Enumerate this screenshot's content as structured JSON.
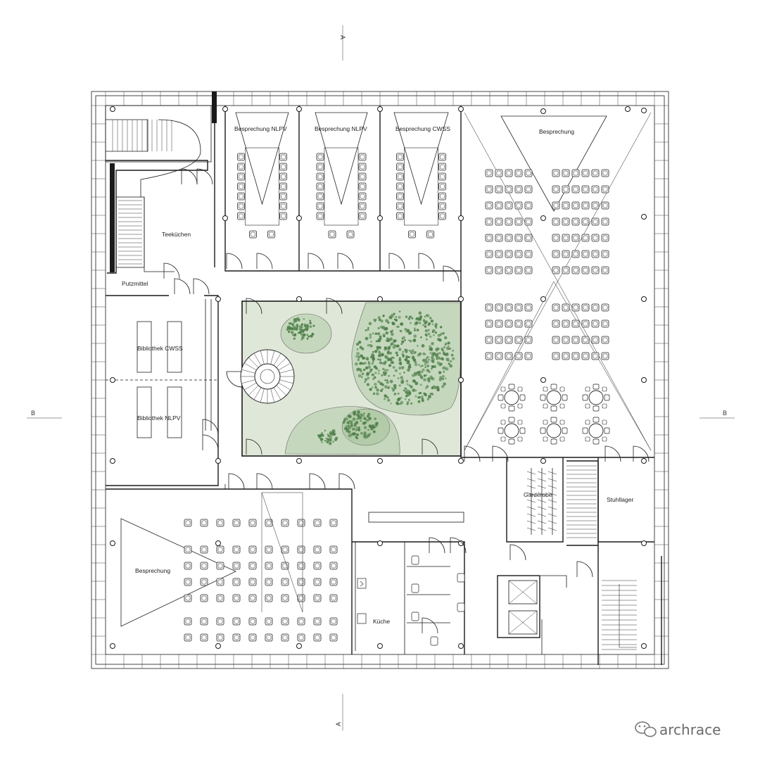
{
  "rooms": {
    "meeting_1": "Besprechung NLPV",
    "meeting_2": "Besprechung NLPV",
    "meeting_3": "Besprechung CWSS",
    "meeting_large_ne": "Besprechung",
    "meeting_large_sw": "Besprechung",
    "tea_kitchen": "Teeküchen",
    "cleaning": "Putzmittel",
    "library_1": "Bibliothek CWSS",
    "library_2": "Bibliothek NLPV",
    "cloakroom": "Garderobe",
    "chair_storage": "Stuhllager",
    "kitchen": "Küche"
  },
  "section_marks": {
    "top": "A",
    "bottom": "A",
    "left": "B",
    "right": "B"
  },
  "watermark": {
    "text": "archrace",
    "icon": "wechat-icon"
  },
  "colors": {
    "courtyard_fill": "#dfe8d8",
    "vegetation_light": "#c5d8bd",
    "vegetation_dark": "#4f7f4a",
    "line": "#1a1a1a"
  }
}
